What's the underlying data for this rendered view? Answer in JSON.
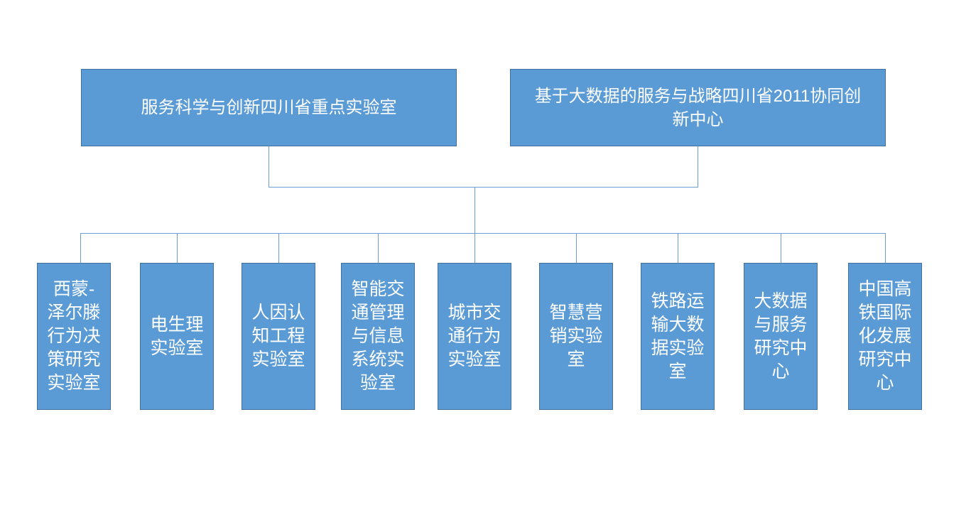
{
  "diagram": {
    "type": "org-chart",
    "colors": {
      "node_fill": "#5B9BD5",
      "node_border": "#41719C",
      "connector": "#6C9DD4",
      "text": "#FFFFFF",
      "background": "#FFFFFF"
    },
    "parents": [
      {
        "label": "服务科学与创新四川省重点实验室"
      },
      {
        "label": "基于大数据的服务与战略四川省2011协同创\n新中心"
      }
    ],
    "children": [
      {
        "label": "西蒙-\n泽尔滕\n行为决\n策研究\n实验室"
      },
      {
        "label": "电生理\n实验室"
      },
      {
        "label": "人因认\n知工程\n实验室"
      },
      {
        "label": "智能交\n通管理\n与信息\n系统实\n验室"
      },
      {
        "label": "城市交\n通行为\n实验室"
      },
      {
        "label": "智慧营\n销实验\n室"
      },
      {
        "label": "铁路运\n输大数\n据实验\n室"
      },
      {
        "label": "大数据\n与服务\n研究中\n心"
      },
      {
        "label": "中国高\n铁国际\n化发展\n研究中\n心"
      }
    ]
  }
}
